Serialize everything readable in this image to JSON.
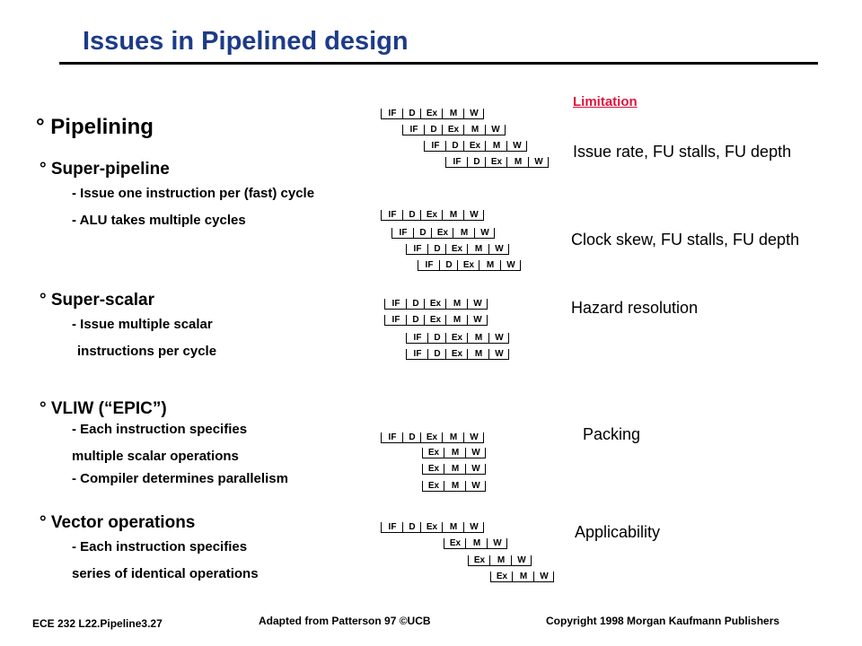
{
  "title": "Issues in Pipelined design",
  "limitation_header": "Limitation",
  "sections": {
    "pipelining": {
      "heading": "° Pipelining",
      "limitation": "Issue rate, FU stalls, FU depth"
    },
    "superpipeline": {
      "heading": "° Super-pipeline",
      "line1": "- Issue one instruction per (fast) cycle",
      "line2": "- ALU takes multiple cycles",
      "limitation": "Clock skew, FU stalls, FU depth"
    },
    "superscalar": {
      "heading": "° Super-scalar",
      "line1": "- Issue multiple scalar",
      "line2": "instructions per cycle",
      "limitation": "Hazard resolution"
    },
    "vliw": {
      "heading": "° VLIW (“EPIC”)",
      "line1": "- Each instruction specifies",
      "line2": "multiple scalar operations",
      "line3": "- Compiler determines parallelism",
      "limitation": "Packing"
    },
    "vector": {
      "heading": "° Vector  operations",
      "line1": "- Each instruction specifies",
      "line2": "series of identical operations",
      "limitation": "Applicability"
    }
  },
  "stages": {
    "if": "IF",
    "d": "D",
    "ex": "Ex",
    "m": "M",
    "w": "W"
  },
  "footer": {
    "left": "ECE 232  L22.Pipeline3.27",
    "center": "Adapted  from  Patterson  97  ©UCB",
    "right": "Copyright  1998  Morgan Kaufmann  Publishers"
  }
}
